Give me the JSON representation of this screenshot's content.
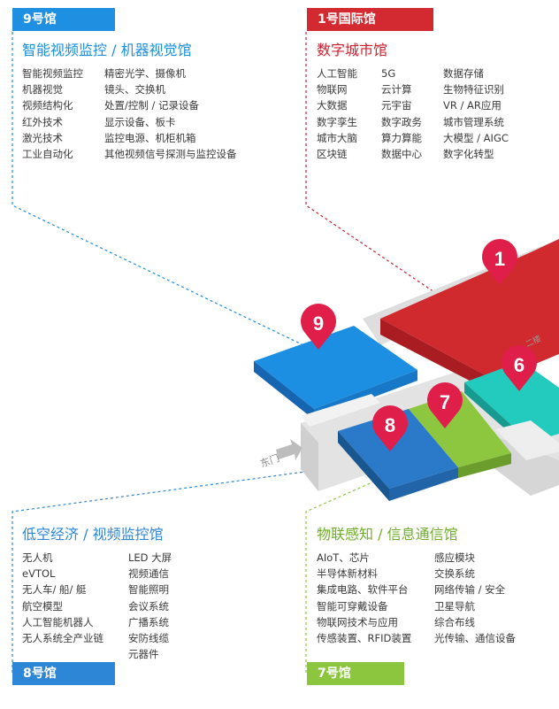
{
  "halls": {
    "h9": {
      "tag": "9号馆",
      "title": "智能视频监控 / 机器视觉馆",
      "col1": [
        "智能视频监控",
        "机器视觉",
        "视频结构化",
        "红外技术",
        "激光技术",
        "工业自动化"
      ],
      "col2": [
        "精密光学、摄像机",
        "镜头、交换机",
        "处置/控制 / 记录设备",
        "显示设备、板卡",
        "监控电源、机柜机箱",
        "其他视频信号探测与监控设备"
      ]
    },
    "h1": {
      "tag": "1号国际馆",
      "title": "数字城市馆",
      "col1": [
        "人工智能",
        "物联网",
        "大数据",
        "数字孪生",
        "城市大脑",
        "区块链"
      ],
      "col2": [
        "5G",
        "云计算",
        "元宇宙",
        "数字政务",
        "算力算能",
        "数据中心"
      ],
      "col3": [
        "数据存储",
        "生物特征识别",
        "VR / AR应用",
        "城市管理系统",
        "大模型 / AIGC",
        "数字化转型"
      ]
    },
    "h8": {
      "tag": "8号馆",
      "title": "低空经济 / 视频监控馆",
      "col1": [
        "无人机",
        "eVTOL",
        "无人车/ 船/ 艇",
        "航空模型",
        "人工智能机器人",
        "无人系统全产业链"
      ],
      "col2": [
        "LED 大屏",
        "视频通信",
        "智能照明",
        "会议系统",
        "广播系统",
        "安防线缆",
        "元器件"
      ]
    },
    "h7": {
      "tag": "7号馆",
      "title": "物联感知 / 信息通信馆",
      "col1": [
        "AIoT、芯片",
        "半导体新材料",
        "集成电路、软件平台",
        "智能可穿戴设备",
        "物联网技术与应用",
        "传感装置、RFID装置"
      ],
      "col2": [
        "感应模块",
        "交换系统",
        "网络传输 / 安全",
        "卫星导航",
        "综合布线",
        "光传输、通信设备"
      ]
    }
  },
  "map": {
    "markers": [
      "1",
      "9",
      "6",
      "7",
      "8"
    ],
    "gate_label": "东门",
    "corridor_label": "二楼"
  },
  "colors": {
    "hall9": "#1a8fe0",
    "hall1": "#d0202e",
    "hall8": "#2e86d6",
    "hall7": "#8cc63f",
    "hall6": "#1fc8b9",
    "marker": "#e01e4a"
  }
}
